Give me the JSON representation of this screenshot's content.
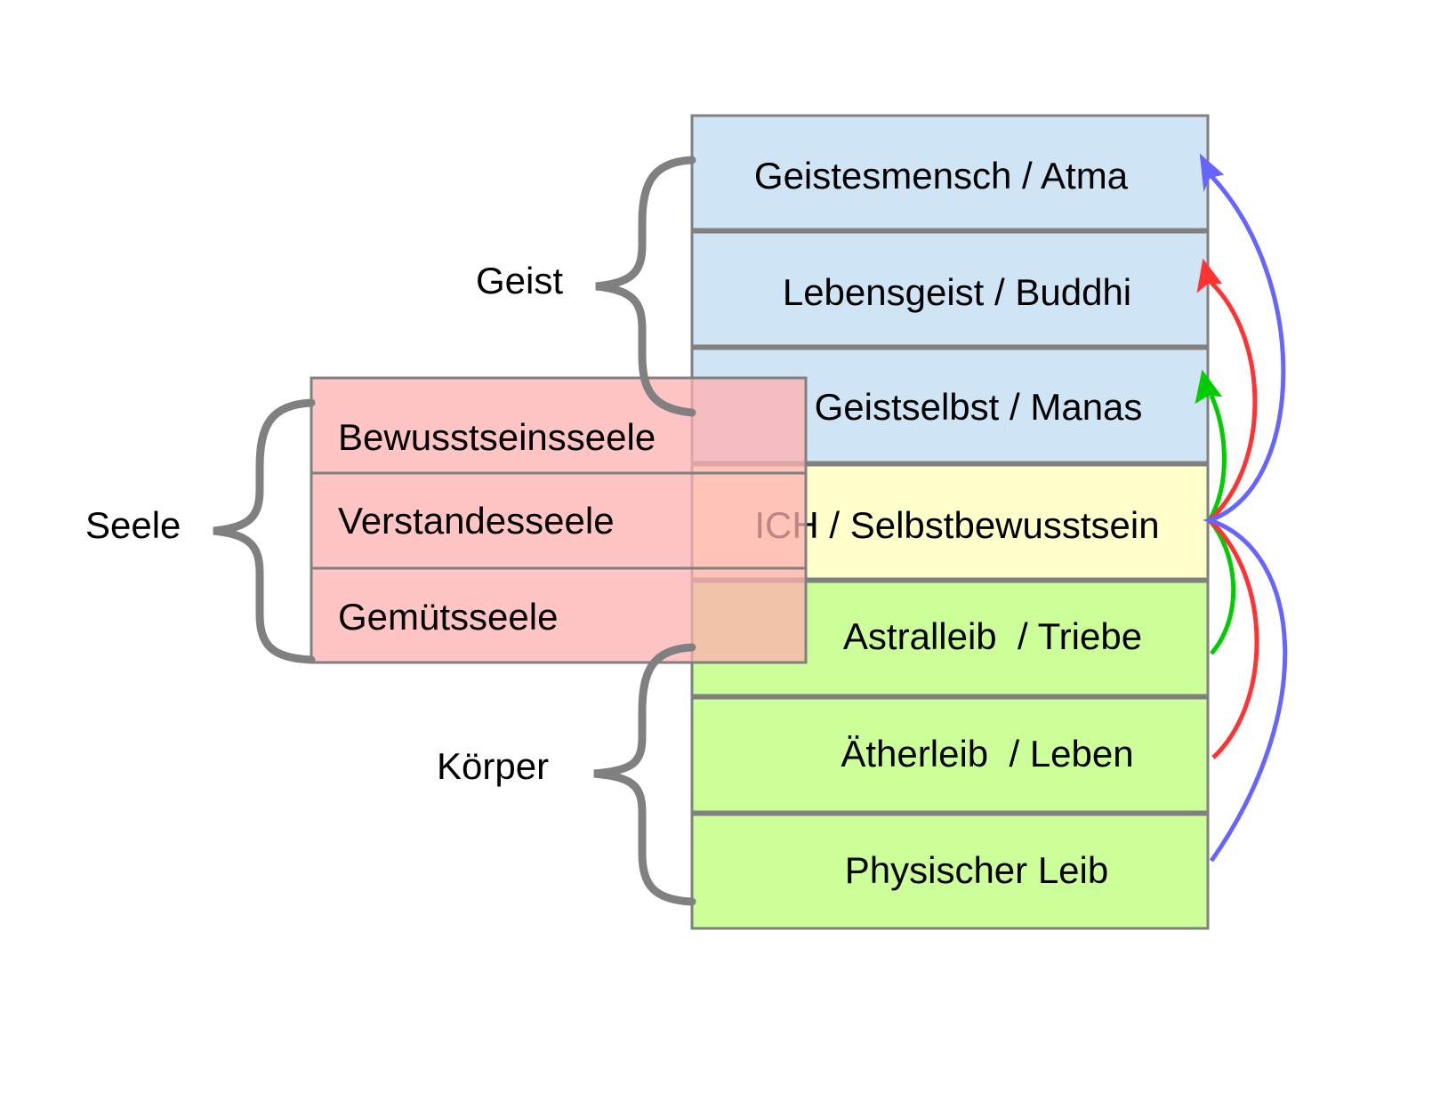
{
  "diagram": {
    "groups": {
      "geist": "Geist",
      "seele": "Seele",
      "koerper": "Körper"
    },
    "layers": [
      {
        "label": "Geistesmensch / Atma",
        "group": "geist",
        "color": "#cfe4f4"
      },
      {
        "label": "Lebensgeist / Buddhi",
        "group": "geist",
        "color": "#cfe4f4"
      },
      {
        "label": "Geistselbst / Manas",
        "group": "geist",
        "color": "#cfe4f4"
      },
      {
        "label": "ICH / Selbstbewusstsein",
        "group": "ich",
        "color": "#ffffcc"
      },
      {
        "label": "Astralleib  / Triebe",
        "group": "koerper",
        "color": "#ccff99"
      },
      {
        "label": "Ätherleib  / Leben",
        "group": "koerper",
        "color": "#ccff99"
      },
      {
        "label": "Physischer Leib",
        "group": "koerper",
        "color": "#ccff99"
      }
    ],
    "soul_layers": [
      {
        "label": "Bewusstseinsseele",
        "color": "#ffc4c4"
      },
      {
        "label": "Verstandesseele",
        "color": "#ffc4c4"
      },
      {
        "label": "Gemütsseele",
        "color": "#ffc4c4"
      }
    ],
    "arrows": [
      {
        "from": "Astralleib  / Triebe",
        "to": "Geistselbst / Manas",
        "color": "#00cc00"
      },
      {
        "from": "Ätherleib  / Leben",
        "to": "Lebensgeist / Buddhi",
        "color": "#ff3333"
      },
      {
        "from": "Physischer Leib",
        "to": "Geistesmensch / Atma",
        "color": "#6666ff"
      }
    ],
    "border_color": "#808080",
    "brace_color": "#808080"
  }
}
